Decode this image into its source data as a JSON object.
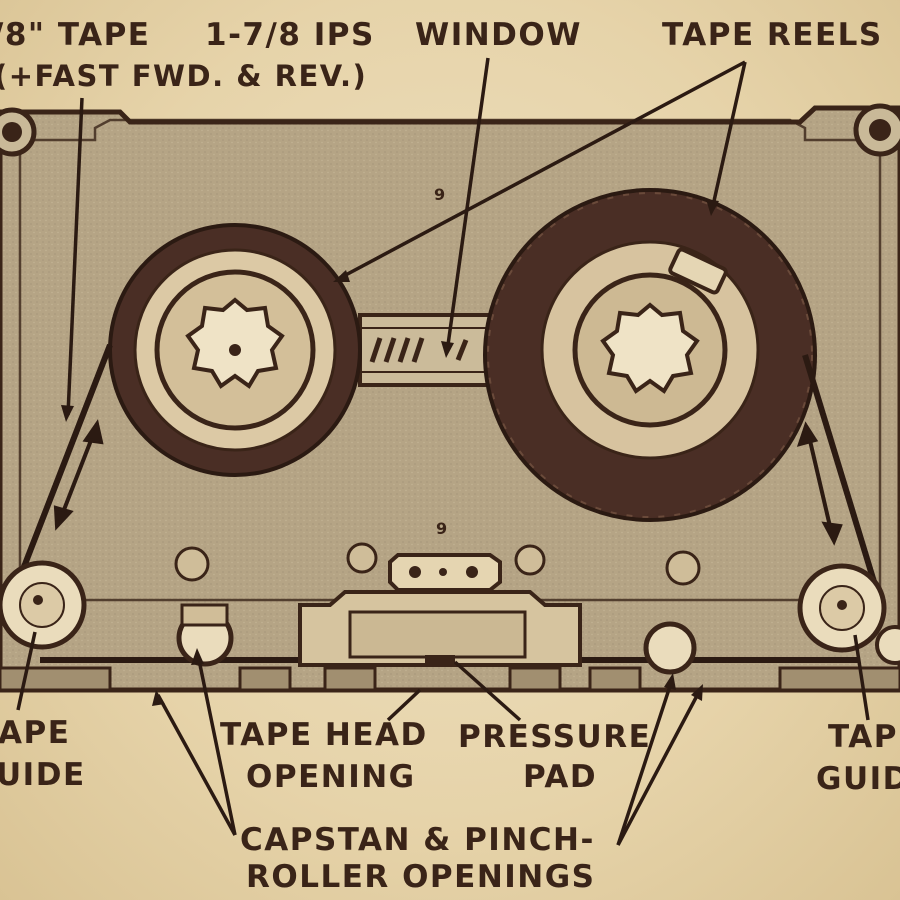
{
  "labels": {
    "tape_width": "/8\" TAPE",
    "speed": "1-7/8 IPS",
    "fast_fwd_rev": "(+FAST FWD. & REV.)",
    "window": "WINDOW",
    "tape_reels": "TAPE REELS",
    "tape_guide_left_line1": "APE",
    "tape_guide_left_line2": "UIDE",
    "tape_head_line1": "TAPE HEAD",
    "tape_head_line2": "OPENING",
    "pressure_pad_line1": "PRESSURE",
    "pressure_pad_line2": "PAD",
    "tape_guide_right_line1": "TAPE",
    "tape_guide_right_line2": "GUID",
    "capstan_line1": "CAPSTAN & PINCH-",
    "capstan_line2": "ROLLER OPENINGS"
  },
  "small_marks": {
    "mark_upper": "9",
    "mark_lower": "9"
  },
  "colors": {
    "ink": "#3a2418",
    "paper": "#e9d9b4",
    "shell": "#b8a88a",
    "tape": "#4a2e25"
  }
}
